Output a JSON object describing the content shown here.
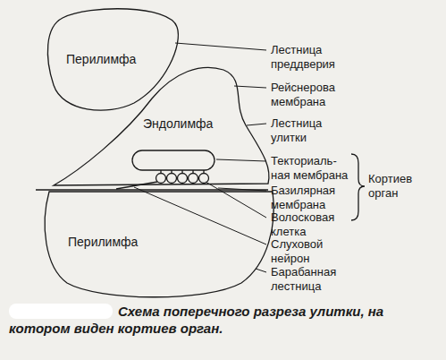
{
  "diagram": {
    "caption": "Схема поперечного разреза улитки, на котором виден кортиев орган.",
    "nodes": [
      {
        "text": [
          "Перилимфа"
        ]
      },
      {
        "text": [
          "Эндолимфа"
        ]
      },
      {
        "text": [
          "Перилимфа"
        ]
      }
    ],
    "labels": [
      "Лестница преддверия",
      "Рейснерова мембрана",
      "Лестница улитки",
      "Текториаль- ная мембрана",
      "Базилярная мембрана",
      "Волосковая клетка",
      "Слуховой нейрон",
      "Барабанная лестница",
      "Кортиев орган"
    ]
  }
}
